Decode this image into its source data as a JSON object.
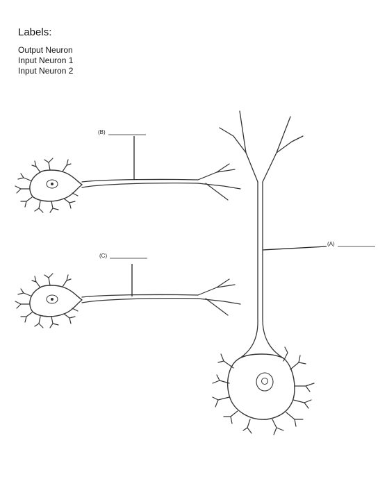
{
  "heading": "Labels:",
  "labels": [
    "Output Neuron",
    "Input Neuron 1",
    "Input Neuron 2"
  ],
  "markers": {
    "a": "(A)",
    "b": "(B)",
    "c": "(C)"
  }
}
